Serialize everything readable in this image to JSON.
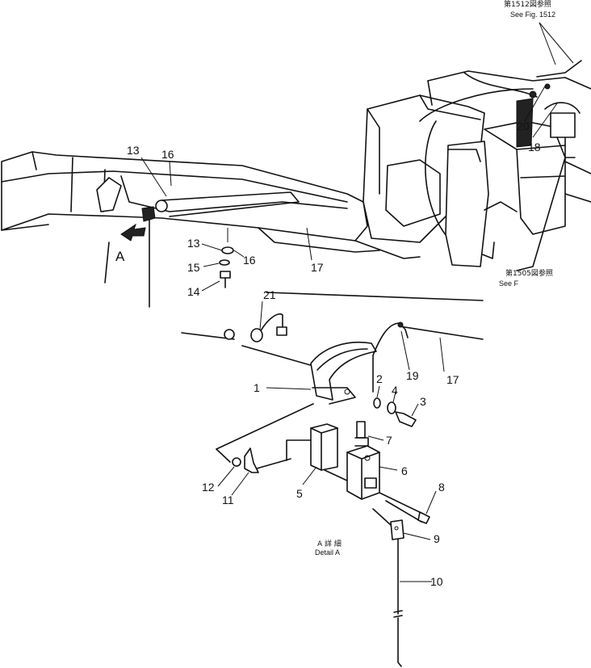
{
  "references": {
    "top_ref_cjk": "第1512図参照",
    "top_ref_en": "See Fig. 1512",
    "right_ref_cjk": "第1505図参照",
    "right_ref_en": "See F"
  },
  "detail": {
    "label_cjk": "A 詳 細",
    "label_en": "Detail A",
    "view_letter": "A"
  },
  "callouts": [
    "1",
    "2",
    "3",
    "4",
    "5",
    "6",
    "7",
    "8",
    "9",
    "10",
    "11",
    "12",
    "13",
    "14",
    "15",
    "16",
    "17",
    "18",
    "19",
    "20",
    "21"
  ],
  "upper_callouts": {
    "c13": "13",
    "c16": "16",
    "c13b": "13",
    "c15": "15",
    "c16b": "16",
    "c14": "14",
    "c17": "17",
    "c18": "18",
    "c20": "20"
  },
  "lower_callouts": {
    "c21": "21",
    "c1": "1",
    "c2": "2",
    "c4": "4",
    "c3": "3",
    "c19": "19",
    "c17": "17",
    "c7": "7",
    "c6": "6",
    "c5": "5",
    "c12": "12",
    "c11": "11",
    "c8": "8",
    "c9": "9",
    "c10": "10"
  }
}
